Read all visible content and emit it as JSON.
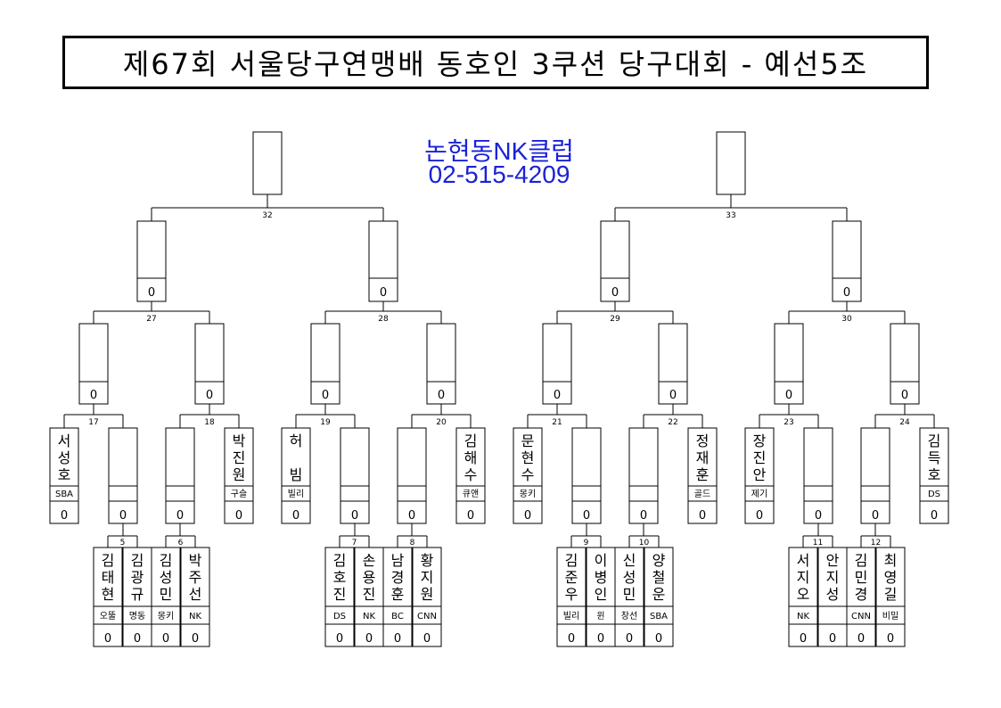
{
  "title": "제67회 서울당구연맹배 동호인 3쿠션 당구대회 - 예선5조",
  "club": {
    "name": "논현동NK클럽",
    "phone": "02-515-4209"
  },
  "score_mark": "0",
  "match_labels": [
    "32",
    "33",
    "27",
    "28",
    "29",
    "30",
    "17",
    "18",
    "19",
    "20",
    "21",
    "22",
    "23",
    "24",
    "5",
    "6",
    "7",
    "8",
    "9",
    "10",
    "11",
    "12"
  ],
  "seeded_players": [
    {
      "name": "서성호",
      "club": "SBA"
    },
    {
      "name": "박진원",
      "club": "구슬"
    },
    {
      "name": "허 빔",
      "club": "빌리"
    },
    {
      "name": "김해수",
      "club": "큐앤"
    },
    {
      "name": "문현수",
      "club": "몽키"
    },
    {
      "name": "정재훈",
      "club": "골드"
    },
    {
      "name": "장진안",
      "club": "제기"
    },
    {
      "name": "김득호",
      "club": "DS"
    }
  ],
  "first_round_players": [
    {
      "name": "김태현",
      "club": "오뚤"
    },
    {
      "name": "김광규",
      "club": "명동"
    },
    {
      "name": "김성민",
      "club": "몽키"
    },
    {
      "name": "박주선",
      "club": "NK"
    },
    {
      "name": "김호진",
      "club": "DS"
    },
    {
      "name": "손용진",
      "club": "NK"
    },
    {
      "name": "남경훈",
      "club": "BC"
    },
    {
      "name": "황지원",
      "club": "CNN"
    },
    {
      "name": "김준우",
      "club": "빌리"
    },
    {
      "name": "이병인",
      "club": "윈"
    },
    {
      "name": "신성민",
      "club": "창선"
    },
    {
      "name": "양철운",
      "club": "SBA"
    },
    {
      "name": "서지오",
      "club": "NK"
    },
    {
      "name": "안지성",
      "club": ""
    },
    {
      "name": "김민경",
      "club": "CNN"
    },
    {
      "name": "최영길",
      "club": "비밀"
    }
  ],
  "colors": {
    "club_text": "#1a22d6",
    "line": "#000000",
    "background": "#ffffff"
  }
}
